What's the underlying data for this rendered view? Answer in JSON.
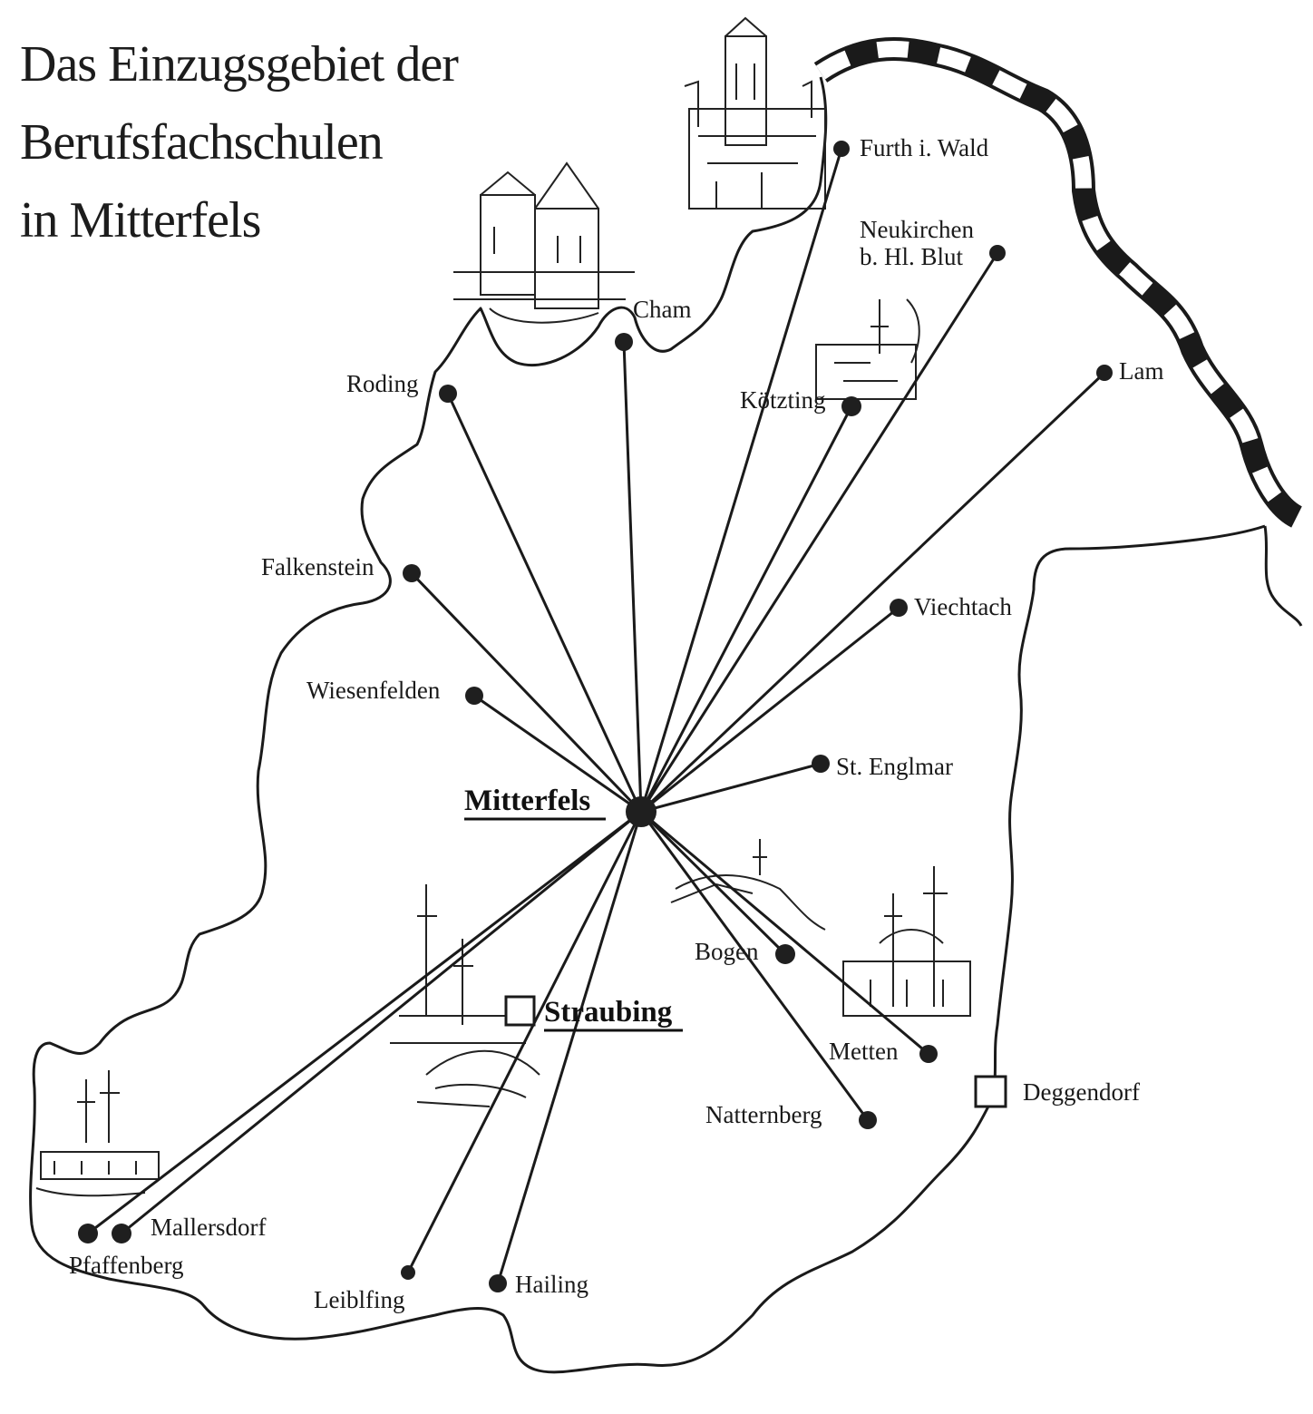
{
  "title": {
    "line1": "Das Einzugsgebiet der",
    "line2": "Berufsfachschulen",
    "line3": "in Mitterfels"
  },
  "center": {
    "name": "Mitterfels"
  },
  "cities": {
    "straubing": "Straubing",
    "deggendorf": "Deggendorf"
  },
  "places": [
    {
      "id": "furth",
      "name": "Furth i. Wald"
    },
    {
      "id": "neukirchen",
      "name": "Neukirchen b. Hl. Blut",
      "line1": "Neukirchen",
      "line2": "b. Hl. Blut"
    },
    {
      "id": "cham",
      "name": "Cham"
    },
    {
      "id": "roding",
      "name": "Roding"
    },
    {
      "id": "koetzting",
      "name": "Kötzting"
    },
    {
      "id": "lam",
      "name": "Lam"
    },
    {
      "id": "falkenstein",
      "name": "Falkenstein"
    },
    {
      "id": "viechtach",
      "name": "Viechtach"
    },
    {
      "id": "wiesenfelden",
      "name": "Wiesenfelden"
    },
    {
      "id": "stenglmar",
      "name": "St. Englmar"
    },
    {
      "id": "bogen",
      "name": "Bogen"
    },
    {
      "id": "metten",
      "name": "Metten"
    },
    {
      "id": "natternberg",
      "name": "Natternberg"
    },
    {
      "id": "mallersdorf",
      "name": "Mallersdorf"
    },
    {
      "id": "pfaffenberg",
      "name": "Pfaffenberg"
    },
    {
      "id": "leiblfing",
      "name": "Leiblfing"
    },
    {
      "id": "hailing",
      "name": "Hailing"
    }
  ]
}
